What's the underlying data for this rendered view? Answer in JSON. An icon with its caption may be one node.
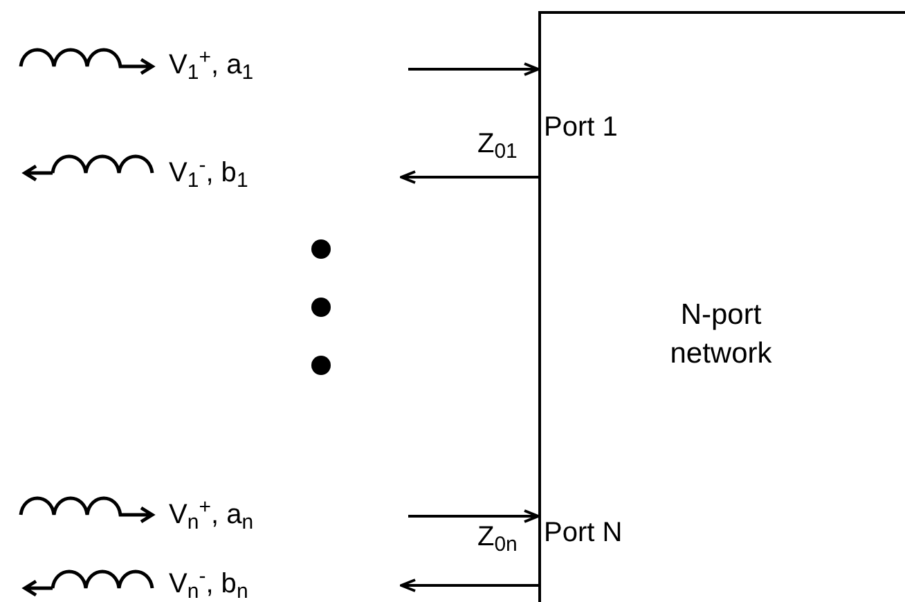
{
  "diagram": {
    "nodes": [
      {
        "text": [
          "N-port network"
        ]
      },
      {
        "text": [
          "Port 1"
        ],
        "in": 0
      },
      {
        "text": [
          "Port N"
        ],
        "in": 0
      }
    ],
    "edges": [
      {
        "from": null,
        "to": 1,
        "arrow": "to"
      },
      {
        "from": 1,
        "to": null,
        "arrow": "to"
      },
      {
        "from": null,
        "to": 2,
        "arrow": "to"
      },
      {
        "from": 2,
        "to": null,
        "arrow": "to"
      }
    ],
    "labels": [
      "V$_{1}$$^{+}$, a$_{1}$",
      "Z$_{01}$",
      "V$_{1}$$^{-}$, b$_{1}$",
      "V$_{n}$$^{+}$, a$_{n}$",
      "Z$_{0n}$",
      "V$_{n}$$^{-}$, b$_{n}$"
    ]
  }
}
